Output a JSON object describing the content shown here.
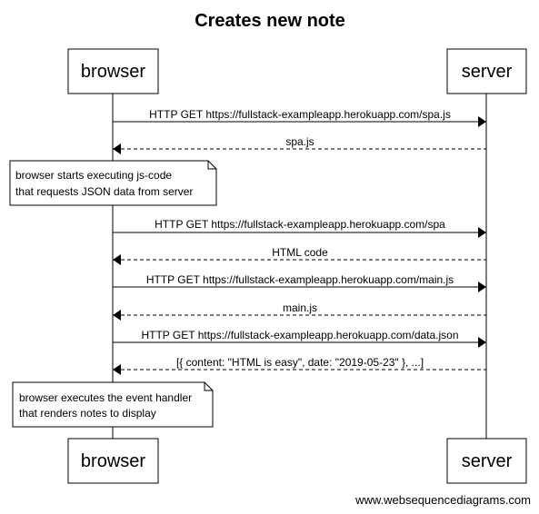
{
  "title": "Creates new note",
  "participants": {
    "browser": "browser",
    "server": "server"
  },
  "messages": [
    {
      "from": "browser",
      "to": "server",
      "style": "solid",
      "label": "HTTP GET https://fullstack-exampleapp.herokuapp.com/spa.js"
    },
    {
      "from": "server",
      "to": "browser",
      "style": "dashed",
      "label": "spa.js"
    },
    {
      "from": "browser",
      "to": "server",
      "style": "solid",
      "label": "HTTP GET https://fullstack-exampleapp.herokuapp.com/spa"
    },
    {
      "from": "server",
      "to": "browser",
      "style": "dashed",
      "label": "HTML code"
    },
    {
      "from": "browser",
      "to": "server",
      "style": "solid",
      "label": "HTTP GET https://fullstack-exampleapp.herokuapp.com/main.js"
    },
    {
      "from": "server",
      "to": "browser",
      "style": "dashed",
      "label": "main.js"
    },
    {
      "from": "browser",
      "to": "server",
      "style": "solid",
      "label": "HTTP GET https://fullstack-exampleapp.herokuapp.com/data.json"
    },
    {
      "from": "server",
      "to": "browser",
      "style": "dashed",
      "label": "[{ content: \"HTML is easy\", date: \"2019-05-23\" }, ...]"
    }
  ],
  "notes": [
    {
      "over": "browser",
      "lines": [
        "browser starts executing js-code",
        "that requests JSON data from server"
      ]
    },
    {
      "over": "browser",
      "lines": [
        "browser executes the event handler",
        "that renders notes to display"
      ]
    }
  ],
  "footer": "www.websequencediagrams.com"
}
